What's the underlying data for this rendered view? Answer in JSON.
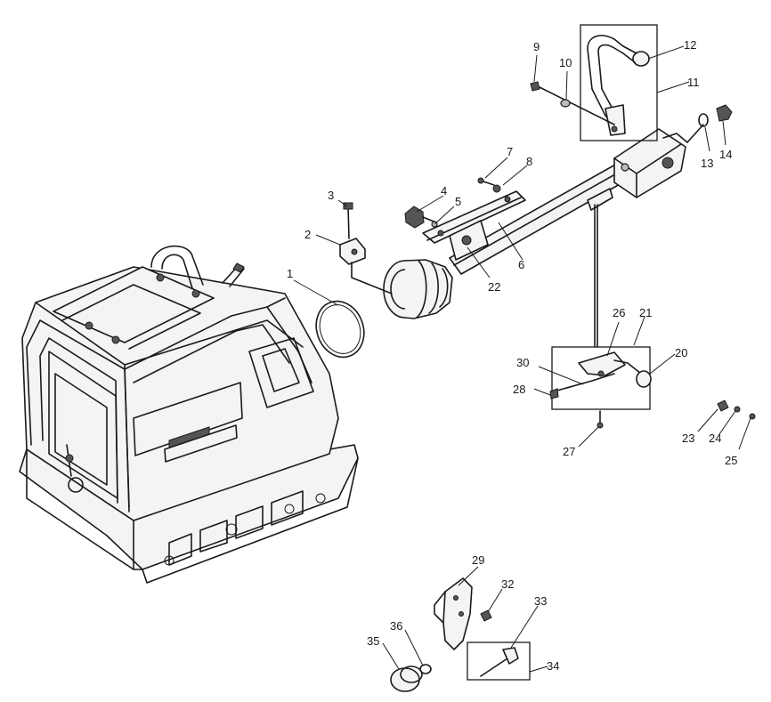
{
  "callouts": [
    "1",
    "2",
    "3",
    "4",
    "5",
    "6",
    "7",
    "8",
    "9",
    "10",
    "11",
    "12",
    "13",
    "14",
    "20",
    "21",
    "22",
    "23",
    "24",
    "25",
    "26",
    "27",
    "28",
    "29",
    "30",
    "32",
    "33",
    "34",
    "35",
    "36"
  ]
}
